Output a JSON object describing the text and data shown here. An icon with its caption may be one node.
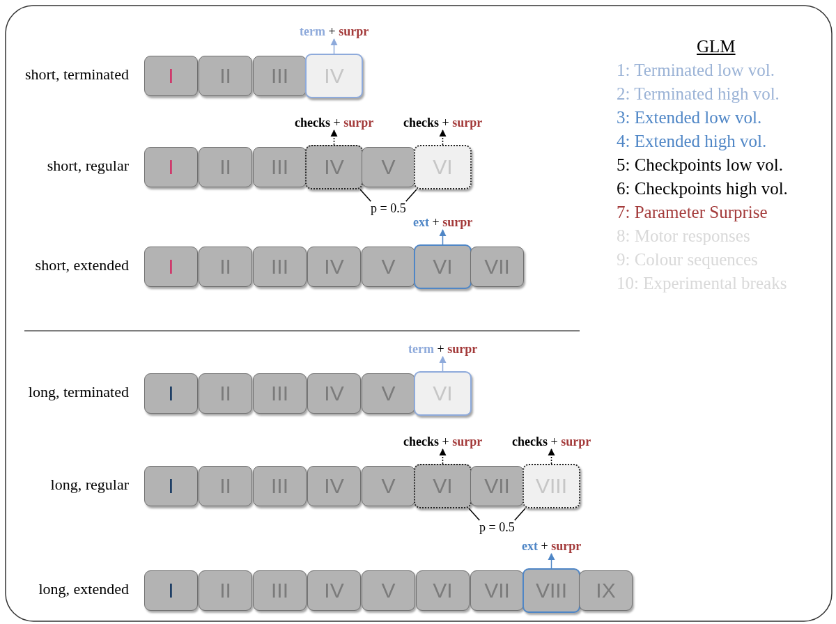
{
  "diagram": {
    "nodes": [
      {
        "text": [
          "term",
          "+",
          "surpr"
        ]
      },
      {
        "text": [
          "I"
        ]
      },
      {
        "text": [
          "II"
        ]
      },
      {
        "text": [
          "III"
        ]
      },
      {
        "text": [
          "IV"
        ]
      },
      {
        "text": [
          "checks",
          "+",
          "surpr"
        ]
      },
      {
        "text": [
          "checks",
          "+",
          "surpr"
        ]
      },
      {
        "text": [
          "I"
        ]
      },
      {
        "text": [
          "II"
        ]
      },
      {
        "text": [
          "III"
        ]
      },
      {
        "text": [
          "IV"
        ]
      },
      {
        "text": [
          "V"
        ]
      },
      {
        "text": [
          "VI"
        ]
      },
      {
        "text": [
          "p = 0.5"
        ]
      },
      {
        "text": [
          "ext",
          "+",
          "surpr"
        ]
      },
      {
        "text": [
          "I"
        ]
      },
      {
        "text": [
          "II"
        ]
      },
      {
        "text": [
          "III"
        ]
      },
      {
        "text": [
          "IV"
        ]
      },
      {
        "text": [
          "V"
        ]
      },
      {
        "text": [
          "VI"
        ]
      },
      {
        "text": [
          "VII"
        ]
      },
      {
        "text": [
          "term",
          "+",
          "surpr"
        ]
      },
      {
        "text": [
          "I"
        ]
      },
      {
        "text": [
          "II"
        ]
      },
      {
        "text": [
          "III"
        ]
      },
      {
        "text": [
          "IV"
        ]
      },
      {
        "text": [
          "V"
        ]
      },
      {
        "text": [
          "VI"
        ]
      },
      {
        "text": [
          "checks",
          "+",
          "surpr"
        ]
      },
      {
        "text": [
          "checks",
          "+",
          "surpr"
        ]
      },
      {
        "text": [
          "I"
        ]
      },
      {
        "text": [
          "II"
        ]
      },
      {
        "text": [
          "III"
        ]
      },
      {
        "text": [
          "IV"
        ]
      },
      {
        "text": [
          "V"
        ]
      },
      {
        "text": [
          "VI"
        ]
      },
      {
        "text": [
          "VII"
        ]
      },
      {
        "text": [
          "VIII"
        ]
      },
      {
        "text": [
          "p = 0.5"
        ]
      },
      {
        "text": [
          "ext",
          "+",
          "surpr"
        ]
      },
      {
        "text": [
          "I"
        ]
      },
      {
        "text": [
          "II"
        ]
      },
      {
        "text": [
          "III"
        ]
      },
      {
        "text": [
          "IV"
        ]
      },
      {
        "text": [
          "V"
        ]
      },
      {
        "text": [
          "VI"
        ]
      },
      {
        "text": [
          "VII"
        ]
      },
      {
        "text": [
          "VIII"
        ]
      },
      {
        "text": [
          "IX"
        ]
      }
    ],
    "edges": [
      {
        "from": 4,
        "to": 0,
        "arrow": "to",
        "color": "#8eaadb"
      },
      {
        "from": 10,
        "to": 5,
        "arrow": "to",
        "style": "dashed"
      },
      {
        "from": 12,
        "to": 6,
        "arrow": "to",
        "style": "dashed"
      },
      {
        "from": 13,
        "to": 10,
        "arrow": "none"
      },
      {
        "from": 13,
        "to": 12,
        "arrow": "none"
      },
      {
        "from": 20,
        "to": 14,
        "arrow": "to",
        "color": "#4f86c6"
      },
      {
        "from": 28,
        "to": 22,
        "arrow": "to",
        "color": "#8eaadb"
      },
      {
        "from": 36,
        "to": 29,
        "arrow": "to",
        "style": "dashed"
      },
      {
        "from": 38,
        "to": 30,
        "arrow": "to",
        "style": "dashed"
      },
      {
        "from": 39,
        "to": 36,
        "arrow": "none"
      },
      {
        "from": 39,
        "to": 38,
        "arrow": "none"
      },
      {
        "from": 48,
        "to": 40,
        "arrow": "to",
        "color": "#4f86c6"
      }
    ],
    "labels": [
      "short, terminated",
      "short, regular",
      "short, extended",
      "long, terminated",
      "long, regular",
      "long, extended",
      "GLM"
    ],
    "legend": [
      {
        "text": "1: Terminated low vol.",
        "color": "#9bb3d6"
      },
      {
        "text": "2: Terminated high vol.",
        "color": "#9bb3d6"
      },
      {
        "text": "3: Extended low vol.",
        "color": "#4f86c6"
      },
      {
        "text": "4: Extended high vol.",
        "color": "#4f86c6"
      },
      {
        "text": "5: Checkpoints low vol.",
        "color": "#000000"
      },
      {
        "text": "6: Checkpoints high vol.",
        "color": "#000000"
      },
      {
        "text": "7: Parameter Surprise",
        "color": "#a33a3a"
      },
      {
        "text": "8: Motor responses",
        "color": "#d9d9d9"
      },
      {
        "text": "9: Colour sequences",
        "color": "#d9d9d9"
      },
      {
        "text": "10: Experimental breaks",
        "color": "#d9d9d9"
      }
    ]
  }
}
